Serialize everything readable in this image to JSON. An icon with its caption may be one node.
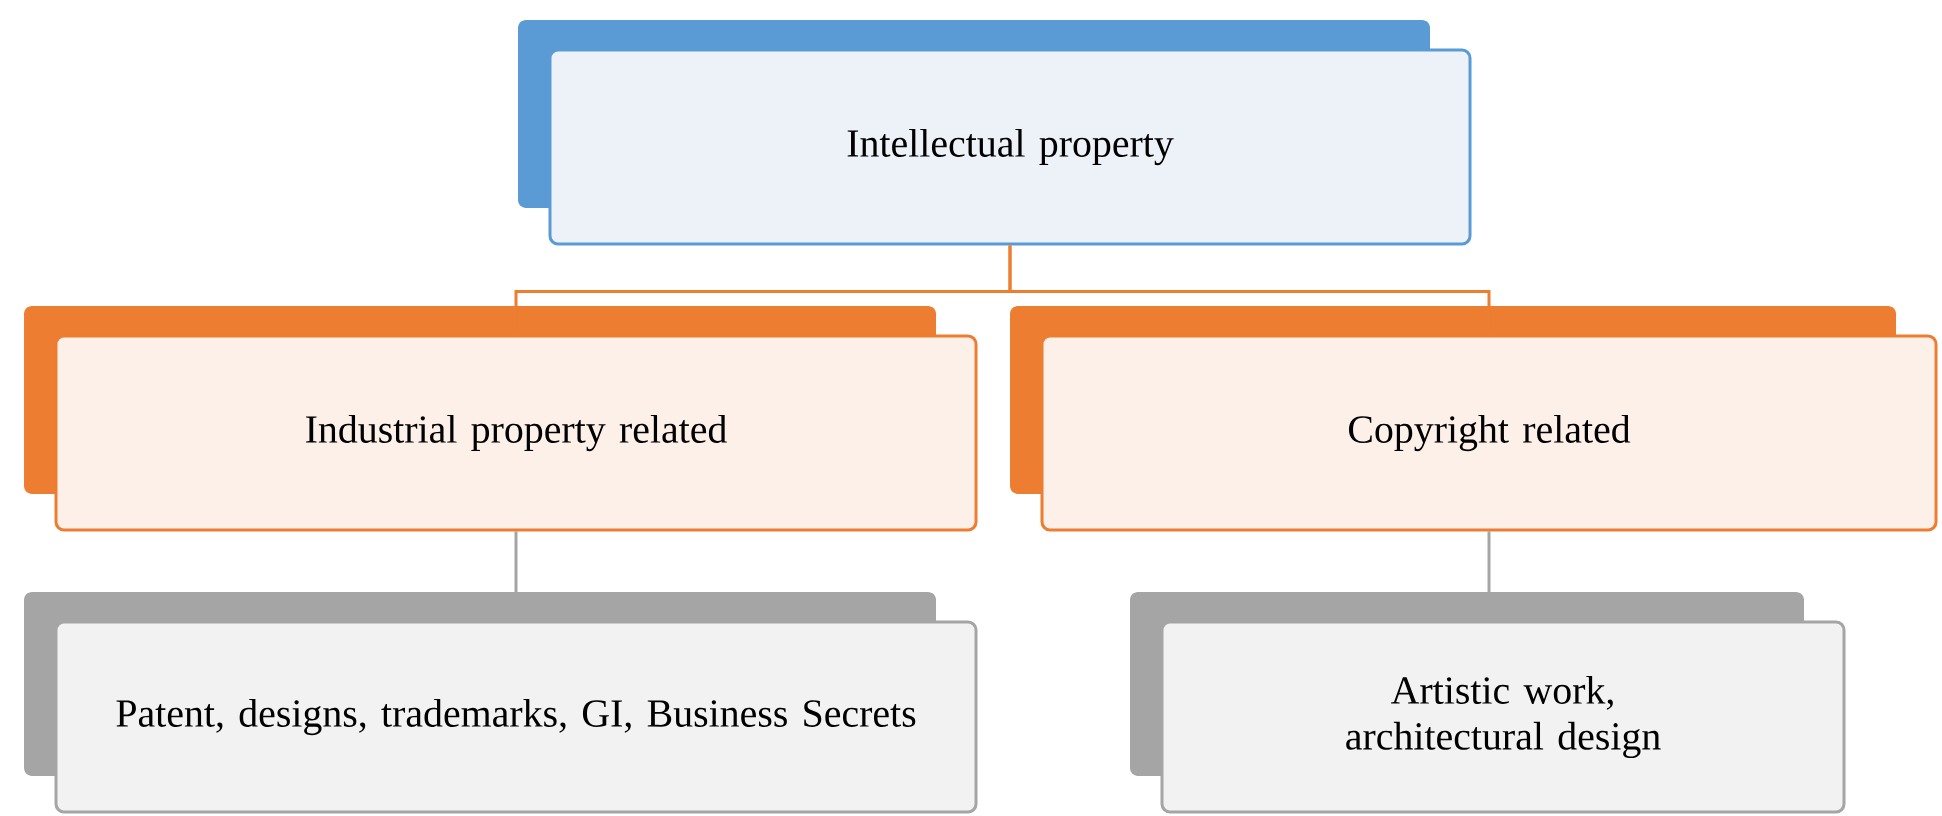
{
  "diagram": {
    "nodes": [
      {
        "text": [
          "Intellectual property"
        ]
      },
      {
        "text": [
          "Industrial property related"
        ]
      },
      {
        "text": [
          "Copyright related"
        ]
      },
      {
        "text": [
          "Patent, designs, trademarks, GI, Business Secrets"
        ]
      },
      {
        "text": [
          "Artistic work, architectural design"
        ]
      }
    ],
    "edges": [
      {
        "from": 0,
        "to": 1,
        "arrow": "none",
        "color": "#ed7d31"
      },
      {
        "from": 0,
        "to": 2,
        "arrow": "none",
        "color": "#ed7d31"
      },
      {
        "from": 1,
        "to": 3,
        "arrow": "none",
        "color": "#a5a5a5"
      },
      {
        "from": 2,
        "to": 4,
        "arrow": "none",
        "color": "#a5a5a5"
      }
    ]
  }
}
